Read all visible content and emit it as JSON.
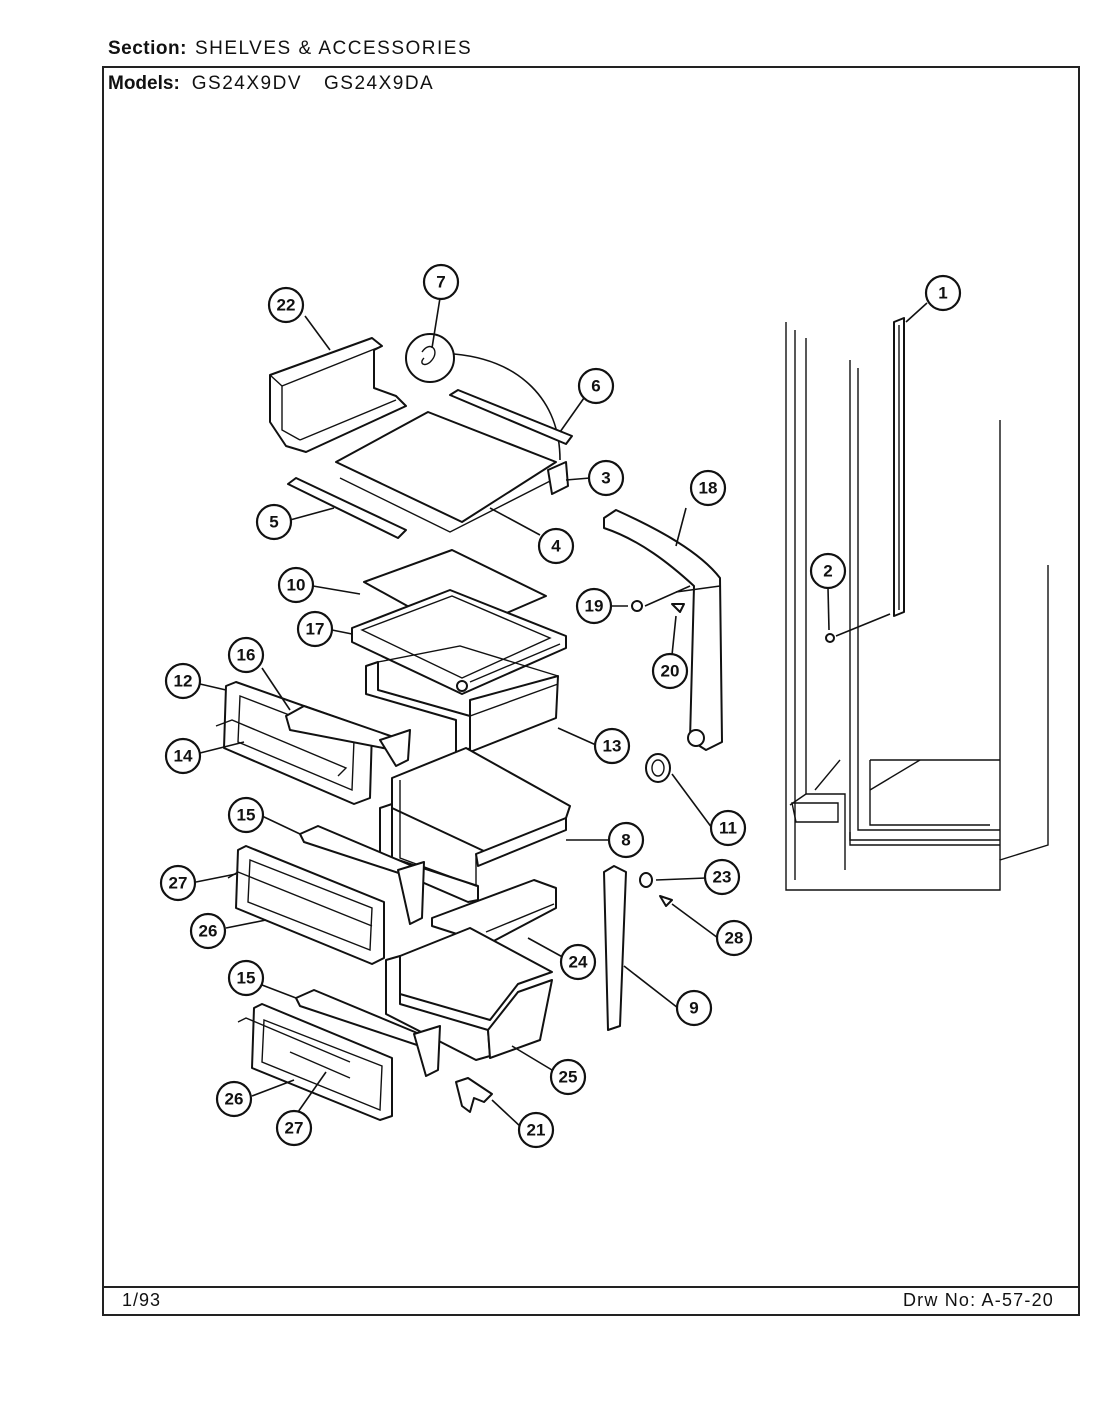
{
  "header": {
    "section_label": "Section:",
    "section_value": "SHELVES & ACCESSORIES",
    "models_label": "Models:",
    "model_1": "GS24X9DV",
    "model_2": "GS24X9DA"
  },
  "footer": {
    "date": "1/93",
    "drawing_number": "Drw No: A-57-20"
  },
  "callouts": [
    "1",
    "2",
    "3",
    "4",
    "5",
    "6",
    "7",
    "8",
    "9",
    "10",
    "11",
    "12",
    "13",
    "14",
    "15",
    "15",
    "16",
    "17",
    "18",
    "19",
    "20",
    "21",
    "22",
    "23",
    "24",
    "25",
    "26",
    "26",
    "27",
    "27",
    "28"
  ]
}
